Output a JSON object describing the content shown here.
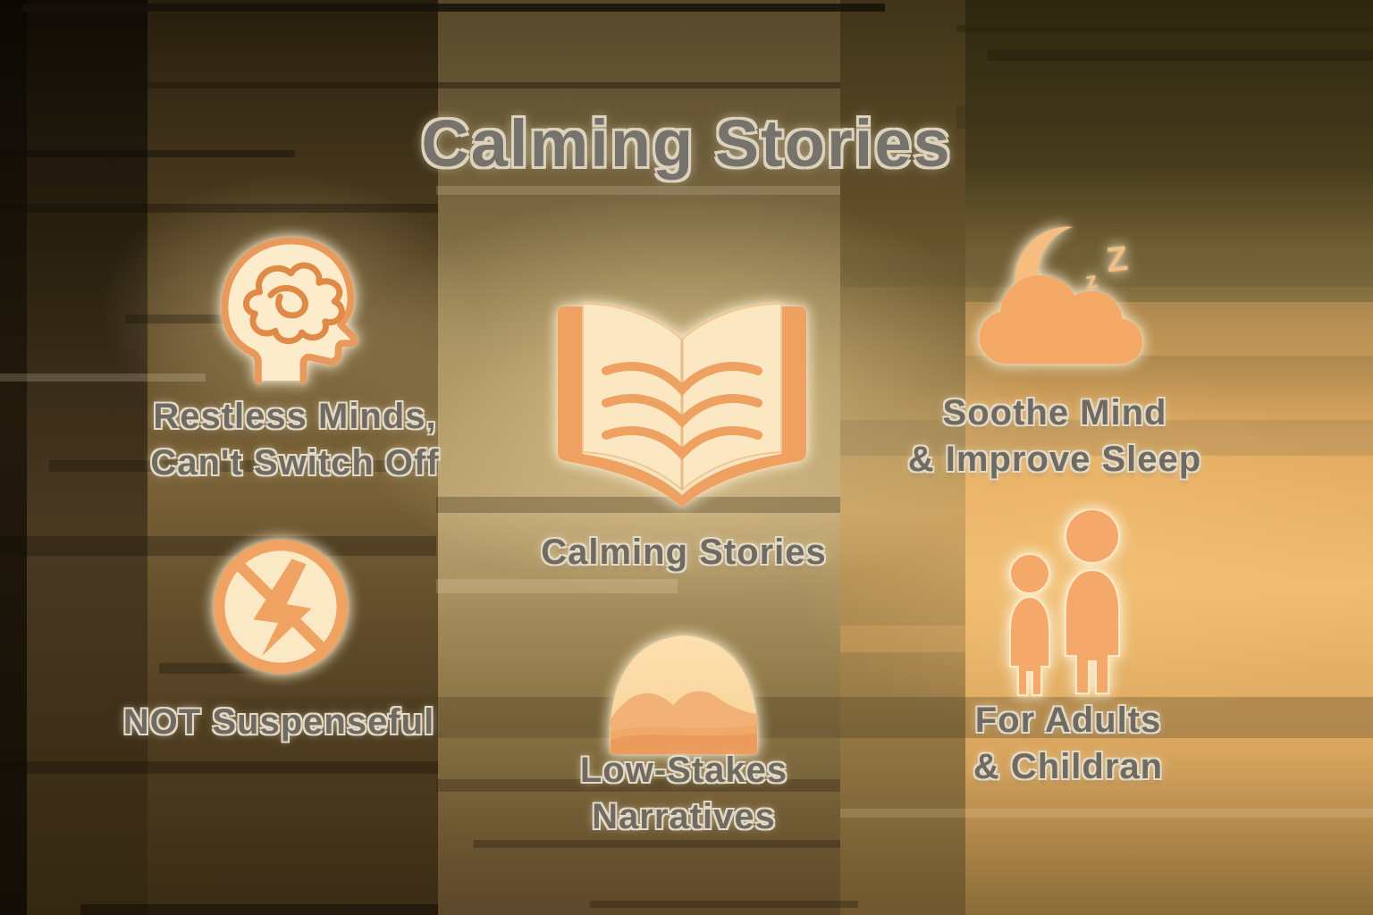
{
  "title": "Calming Stories",
  "center_label": "Calming Stories",
  "sleep_glyphs": {
    "small": "z",
    "large": "Z"
  },
  "items": {
    "restless": {
      "icon": "tangled-mind-head-icon",
      "line1": "Restless Minds,",
      "line2": "Can't Switch Off"
    },
    "soothe": {
      "icon": "moon-cloud-sleep-icon",
      "line1": "Soothe Mind",
      "line2": "& Improve Sleep"
    },
    "not_suspenseful": {
      "icon": "no-lightning-icon",
      "line1": "NOT Suspenseful"
    },
    "low_stakes": {
      "icon": "calm-landscape-icon",
      "line1": "Low-Stakes",
      "line2": "Narratives"
    },
    "audience": {
      "icon": "adult-child-icon",
      "line1": "For Adults",
      "line2": "& Childran"
    }
  },
  "colors": {
    "accent_orange": "#f0a262",
    "deep_orange": "#e08a48",
    "light_cream": "#fbe8c4",
    "text_gray": "#6f6b63",
    "background_gold": "#e3aa60"
  }
}
